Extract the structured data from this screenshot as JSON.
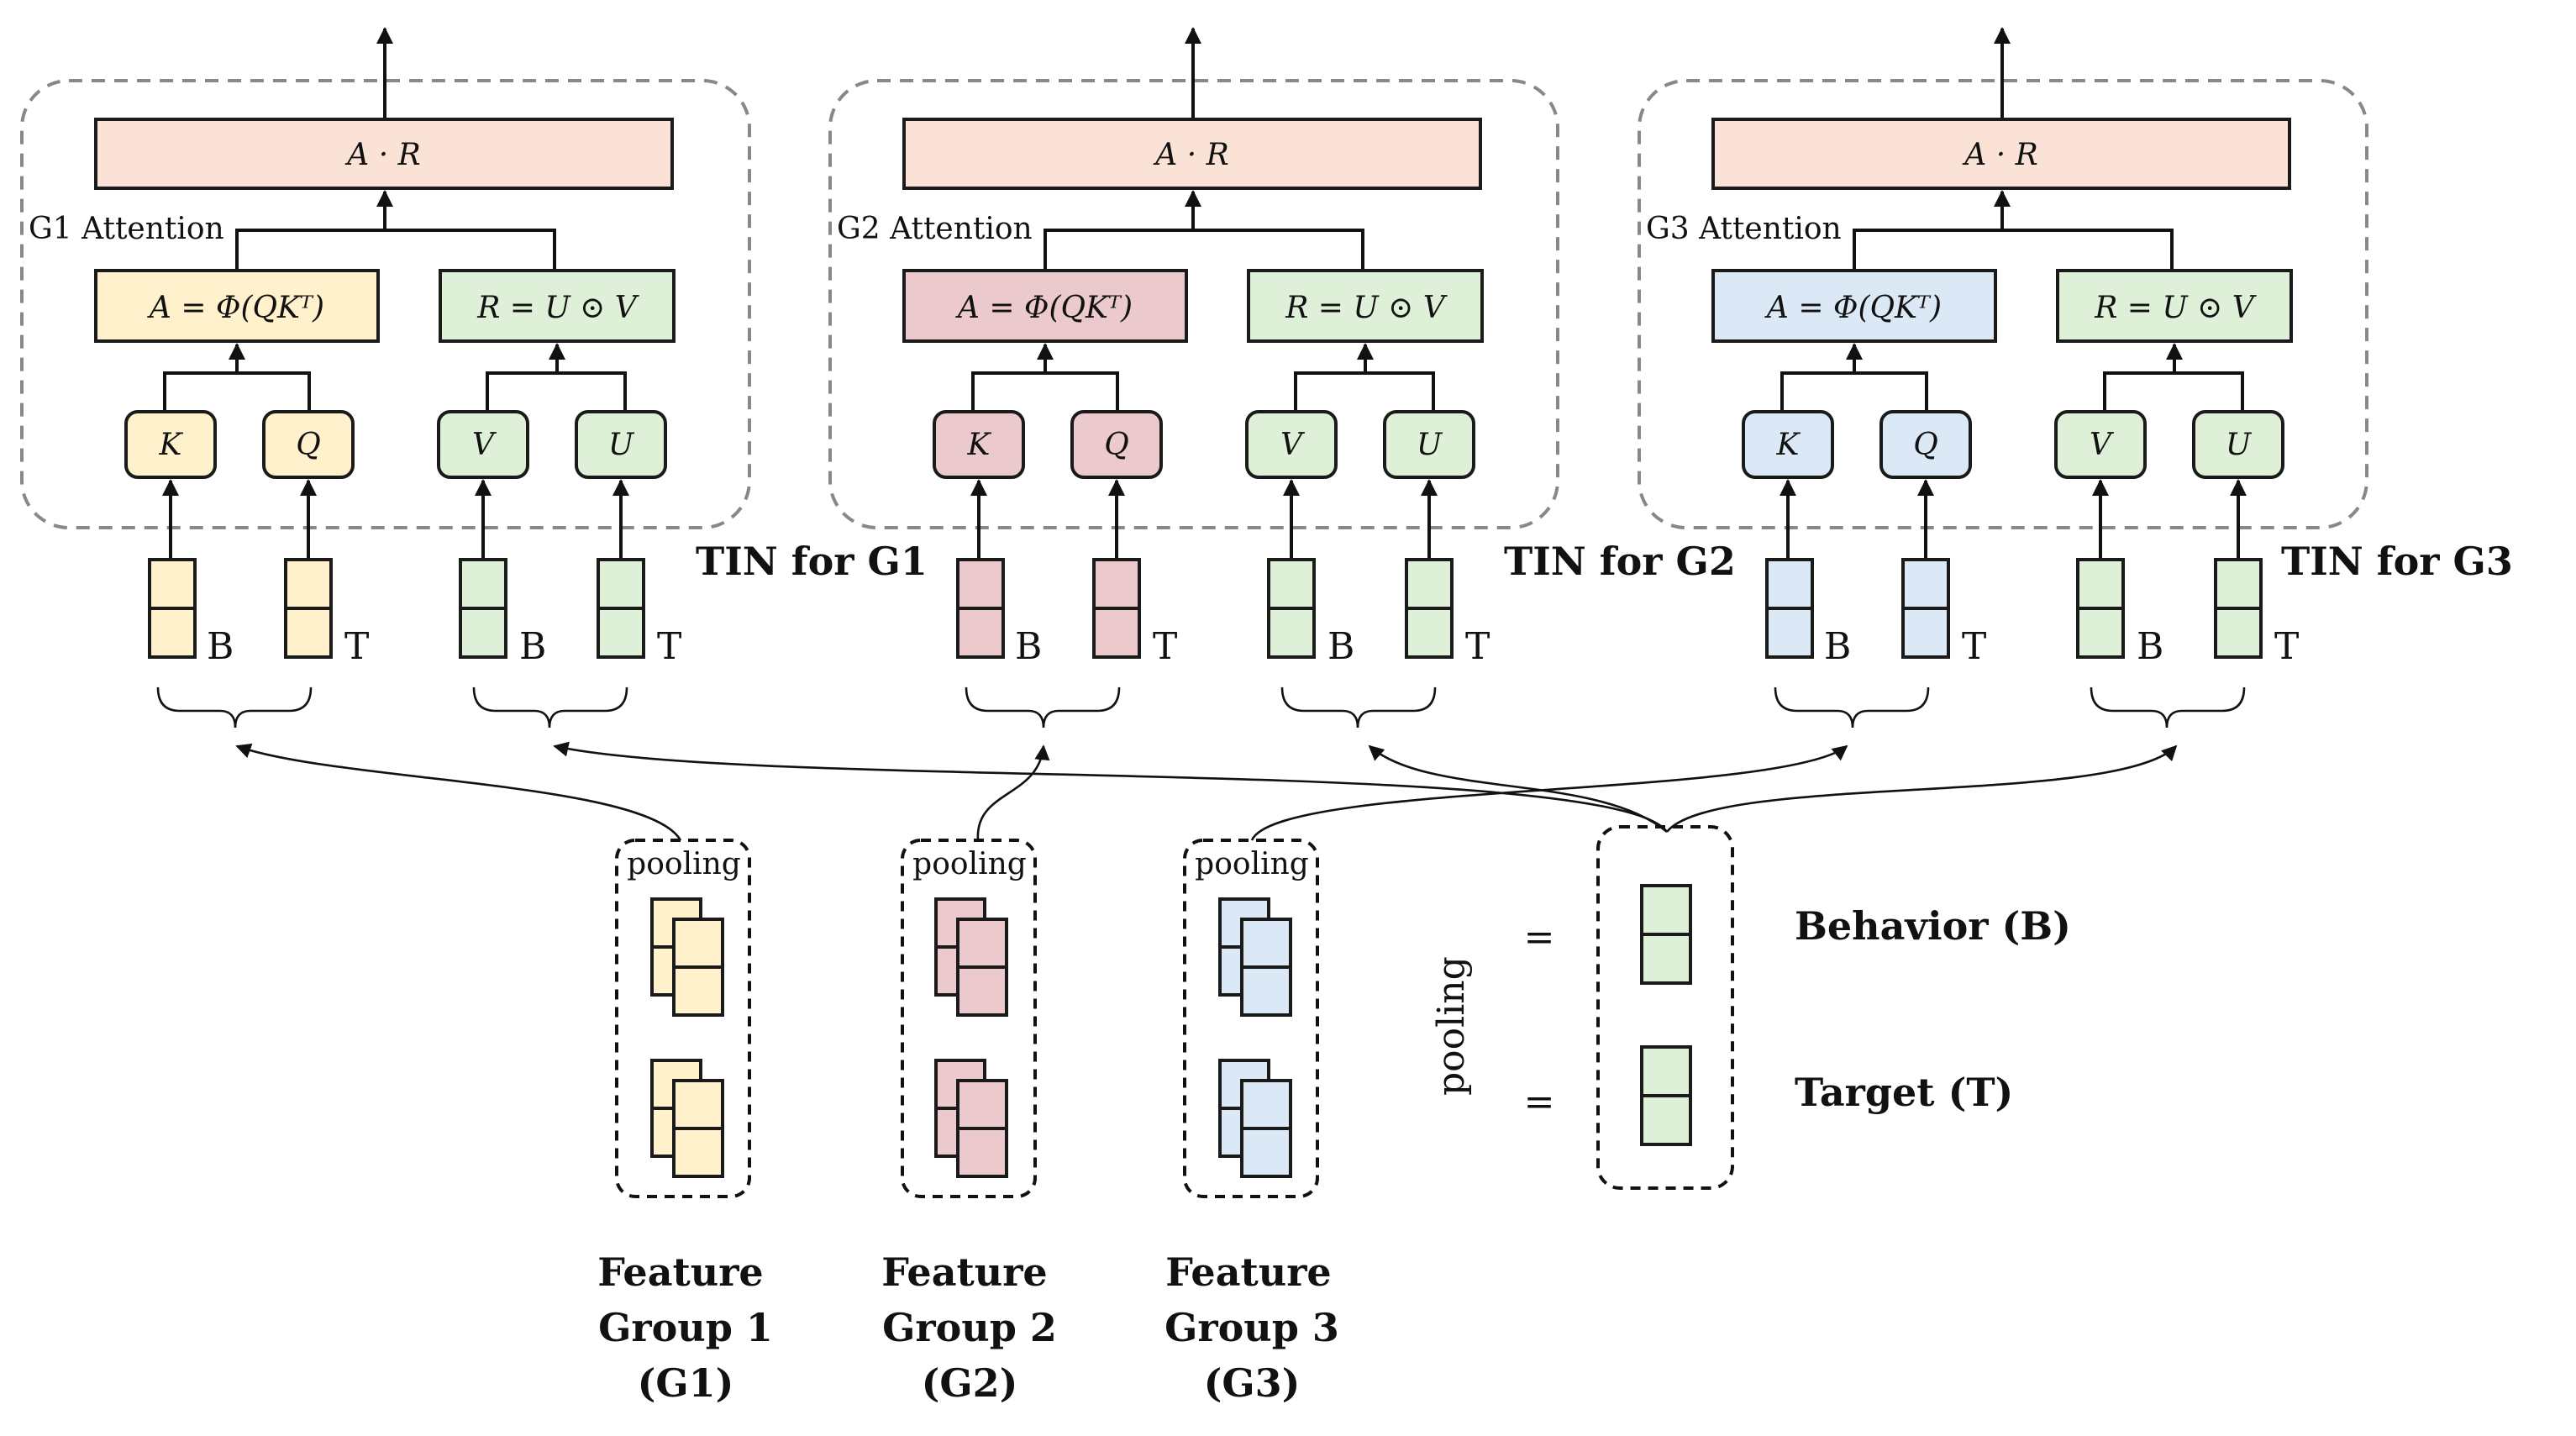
{
  "colors": {
    "g1": "#fff1cc",
    "g2": "#ebc9cc",
    "g3": "#dbe8f5",
    "green": "#dff0d8",
    "output": "#fae3d6"
  },
  "tin_blocks": [
    {
      "group": "G1",
      "output": "A · R",
      "attention_label": "G1 Attention",
      "a_eq": "A = Φ(QKᵀ)",
      "r_eq": "R = U ⊙ V",
      "k": "K",
      "q": "Q",
      "v": "V",
      "u": "U",
      "caption": "TIN for G1",
      "b": "B",
      "t": "T"
    },
    {
      "group": "G2",
      "output": "A · R",
      "attention_label": "G2 Attention",
      "a_eq": "A = Φ(QKᵀ)",
      "r_eq": "R = U ⊙ V",
      "k": "K",
      "q": "Q",
      "v": "V",
      "u": "U",
      "caption": "TIN for G2",
      "b": "B",
      "t": "T"
    },
    {
      "group": "G3",
      "output": "A · R",
      "attention_label": "G3 Attention",
      "a_eq": "A = Φ(QKᵀ)",
      "r_eq": "R = U ⊙ V",
      "k": "K",
      "q": "Q",
      "v": "V",
      "u": "U",
      "caption": "TIN for G3",
      "b": "B",
      "t": "T"
    }
  ],
  "feature_groups": [
    {
      "pooling": "pooling",
      "line1": "Feature",
      "line2": "Group 1",
      "line3": "(G1)"
    },
    {
      "pooling": "pooling",
      "line1": "Feature",
      "line2": "Group 2",
      "line3": "(G2)"
    },
    {
      "pooling": "pooling",
      "line1": "Feature",
      "line2": "Group 3",
      "line3": "(G3)"
    }
  ],
  "legend": {
    "pooling": "pooling",
    "eq1": "=",
    "eq2": "=",
    "behavior": "Behavior (B)",
    "target": "Target (T)"
  }
}
